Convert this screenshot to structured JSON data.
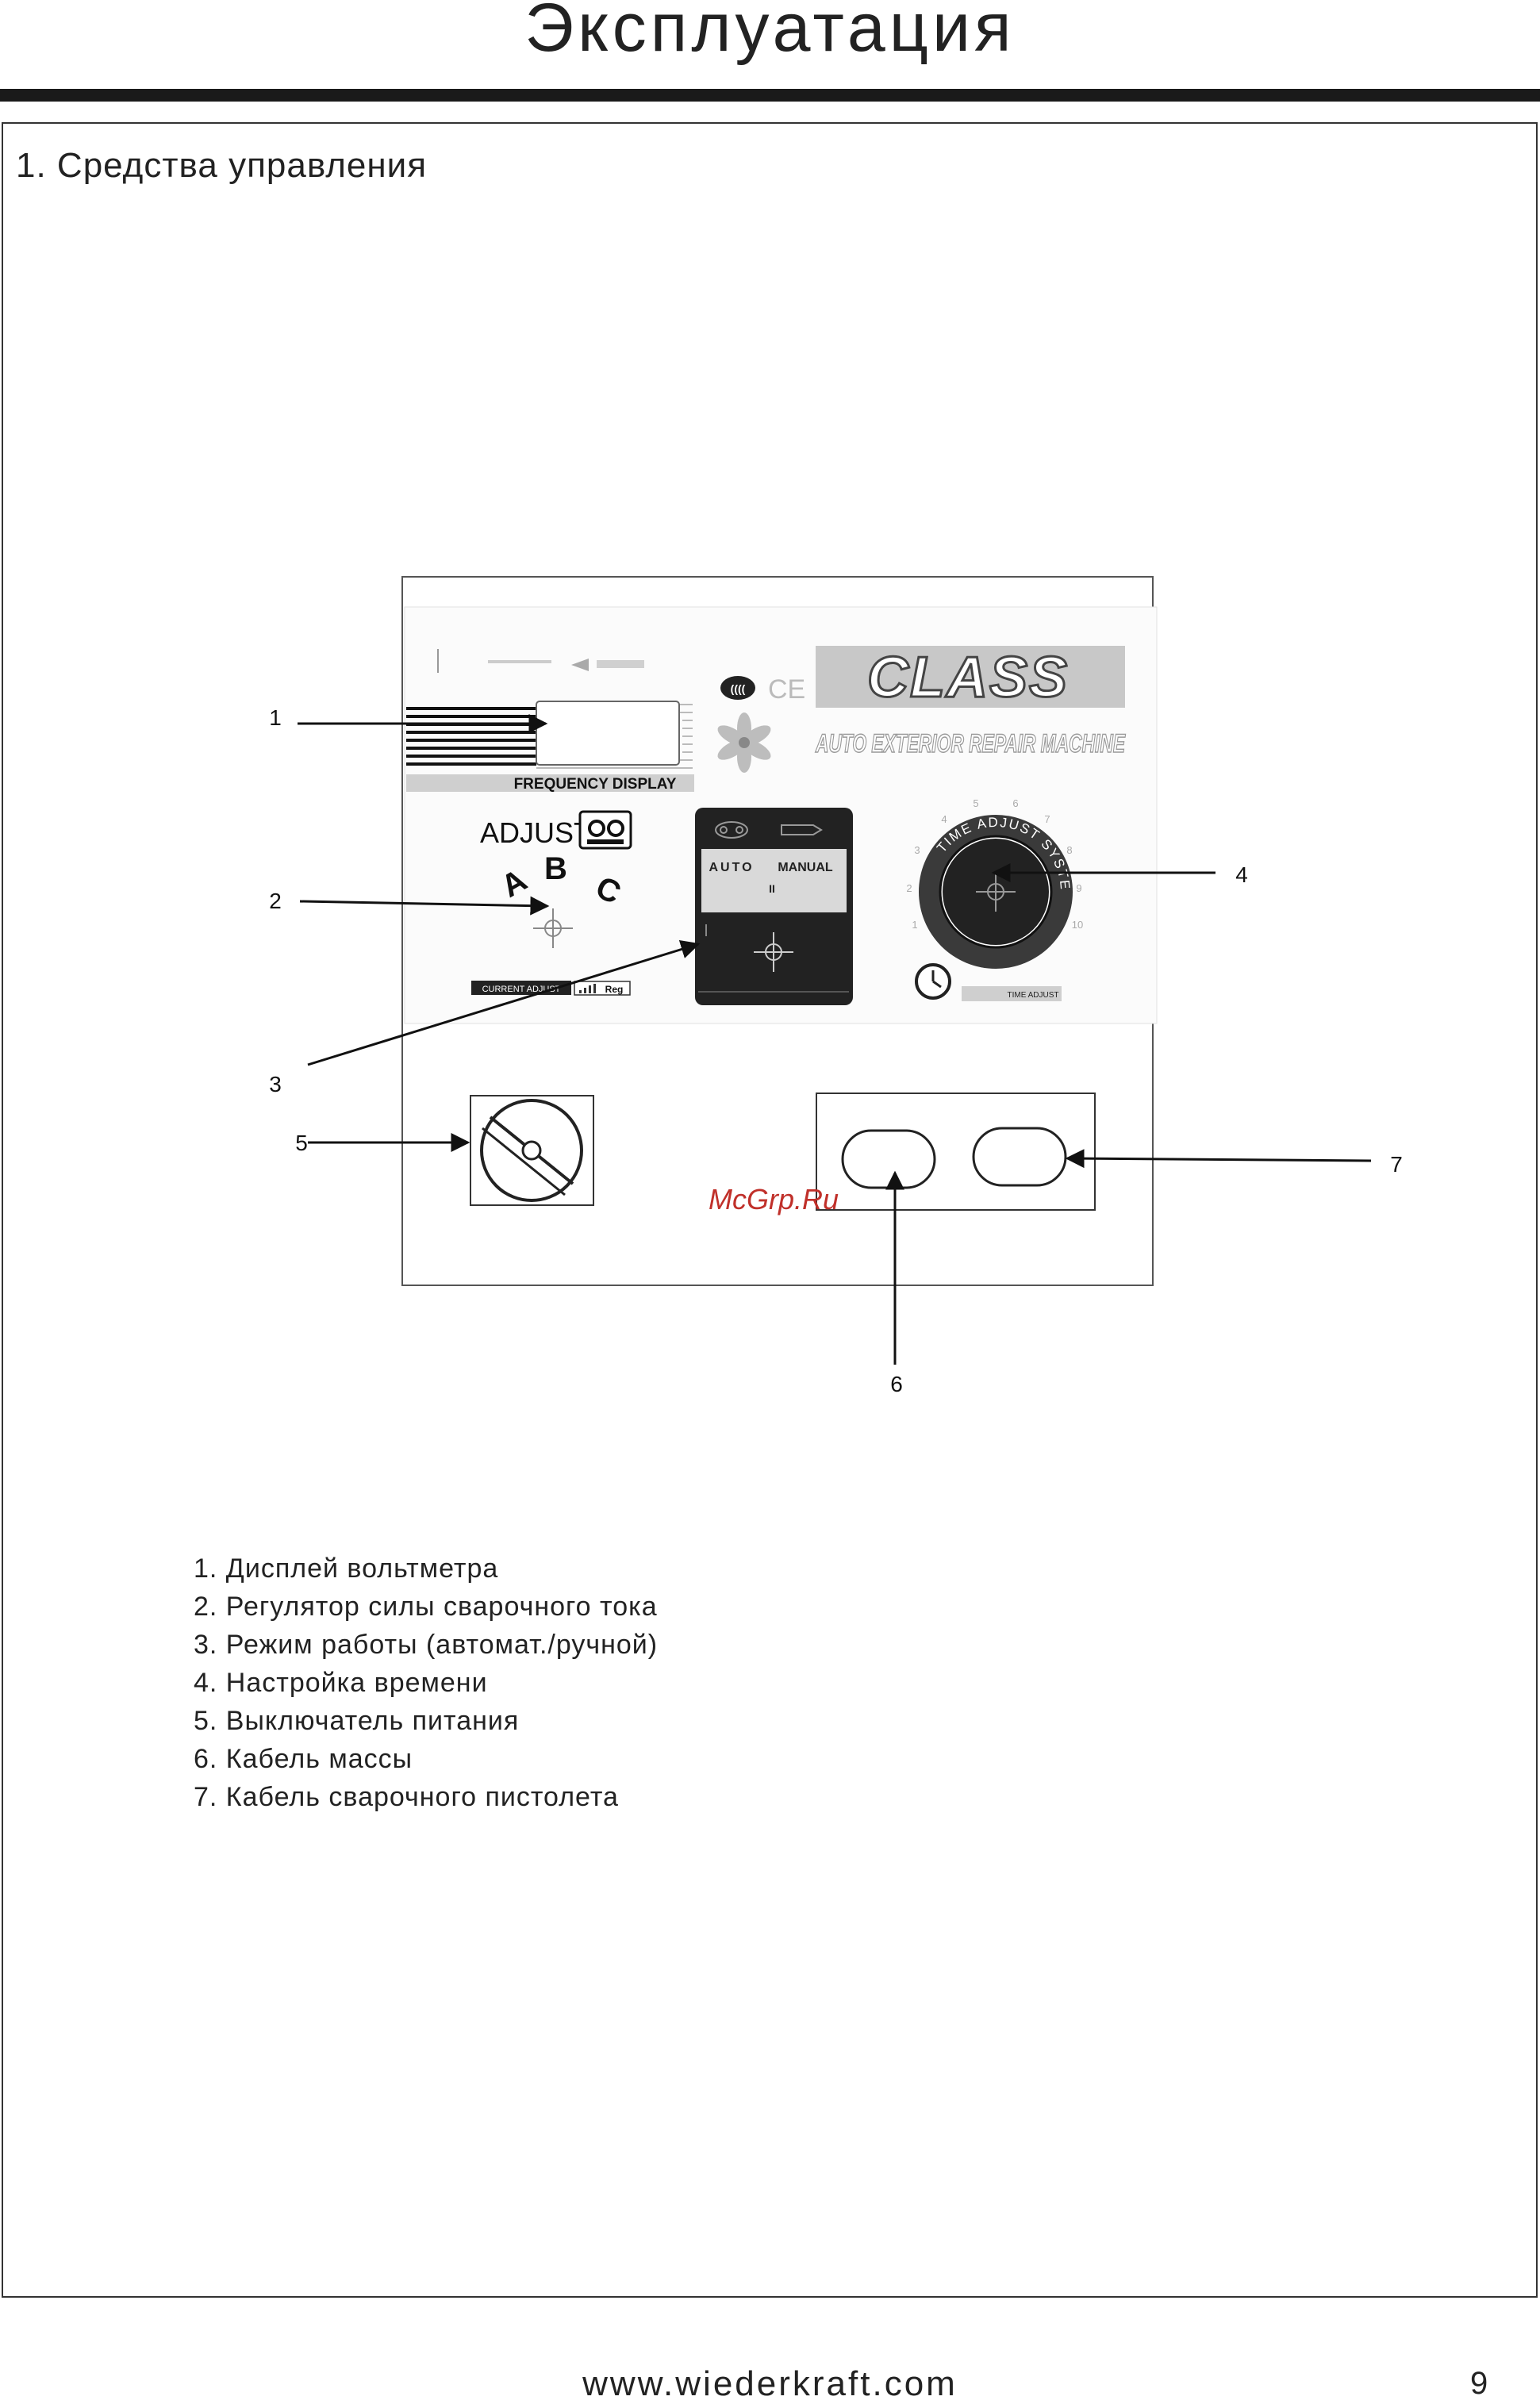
{
  "header": {
    "title": "Эксплуатация"
  },
  "section": {
    "heading": "1. Средства управления"
  },
  "panel": {
    "frequency_display": "FREQUENCY DISPLAY",
    "adjust": "ADJUST",
    "setting_a": "A",
    "setting_b": "B",
    "setting_c": "C",
    "current_adjust": "CURRENT ADJUST",
    "reg": "Reg",
    "brand": "CLASS",
    "subtitle": "AUTO EXTERIOR REPAIR MACHINE",
    "ce_mark": "CE",
    "mode_auto": "AUTO",
    "mode_manual": "MANUAL",
    "mode_indicator": "II",
    "time_adjust_system": "TIME ADJUST SYSTEM",
    "time_adjust": "TIME ADJUST",
    "dial_numbers": [
      "1",
      "2",
      "3",
      "4",
      "5",
      "6",
      "7",
      "8",
      "9",
      "10"
    ]
  },
  "callouts": [
    "1",
    "2",
    "3",
    "4",
    "5",
    "6",
    "7"
  ],
  "watermark": "McGrp.Ru",
  "legend": [
    "1. Дисплей вольтметра",
    "2. Регулятор силы сварочного тока",
    "3. Режим работы (автомат./ручной)",
    "4. Настройка времени",
    "5. Выключатель питания",
    "6. Кабель массы",
    "7. Кабель сварочного пистолета"
  ],
  "footer": {
    "url": "www.wiederkraft.com",
    "page": "9"
  }
}
